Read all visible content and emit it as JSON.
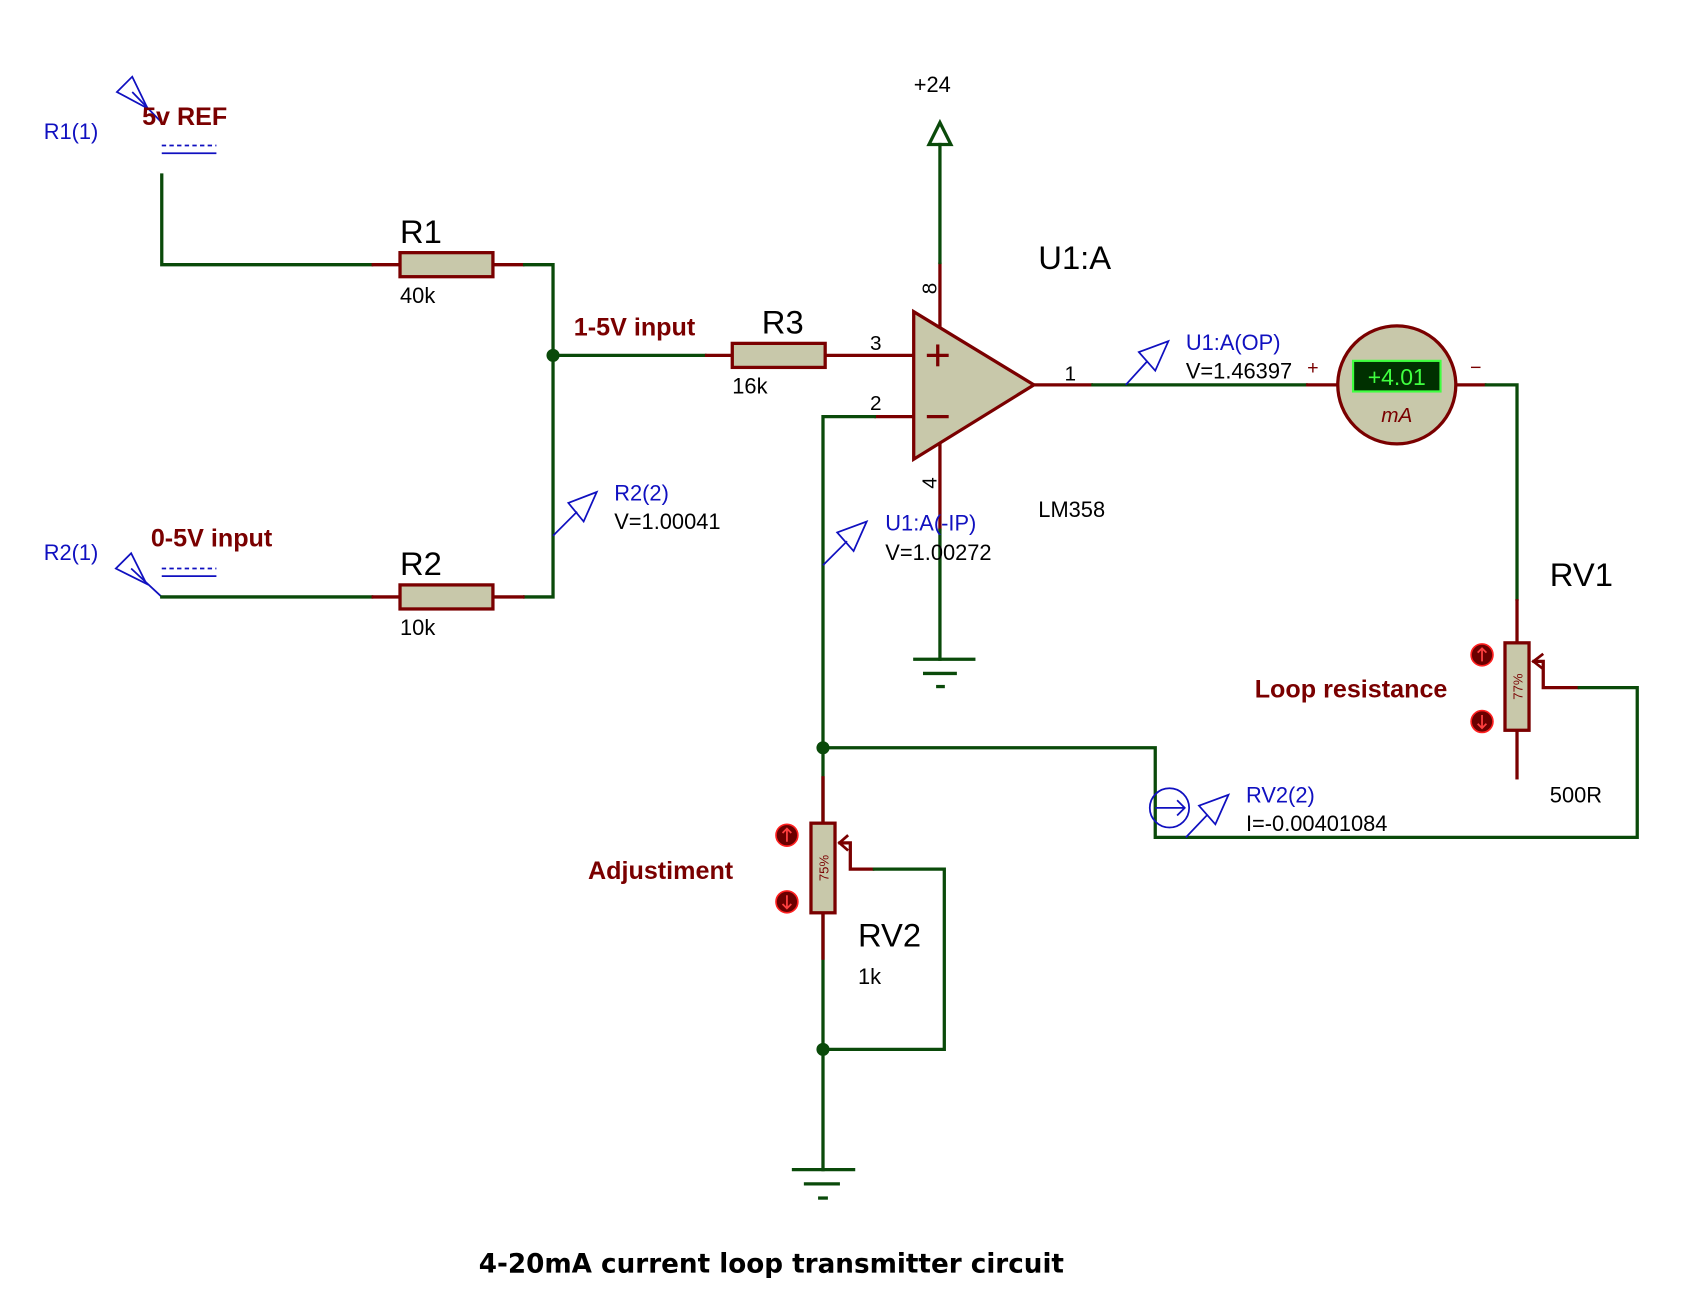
{
  "title": "4-20mA current loop transmitter circuit",
  "colors": {
    "wire": "#0a4a0a",
    "pin": "#7a0000",
    "component_fill": "#c8c8aa",
    "probe": "#1010c0",
    "annotation": "#7a0000",
    "meter_display_bg": "#003000",
    "meter_display_text": "#40ff40"
  },
  "annotations": {
    "ref_5v": "5v REF",
    "input_0_5": "0-5V input",
    "input_1_5": "1-5V input",
    "loop_resistance": "Loop resistance",
    "adjustment": "Adjustiment"
  },
  "components": {
    "R1": {
      "ref": "R1",
      "value": "40k"
    },
    "R2": {
      "ref": "R2",
      "value": "10k"
    },
    "R3": {
      "ref": "R3",
      "value": "16k"
    },
    "U1": {
      "ref": "U1:A",
      "part": "LM358",
      "pin_plus": "3",
      "pin_minus": "2",
      "pin_out": "1",
      "pin_vcc": "8",
      "pin_gnd": "4",
      "plus_sign": "+",
      "minus_sign": "−"
    },
    "RV1": {
      "ref": "RV1",
      "value": "500R",
      "wiper": "77%"
    },
    "RV2": {
      "ref": "RV2",
      "value": "1k",
      "wiper": "75%"
    },
    "power": {
      "label": "+24"
    },
    "ammeter": {
      "reading": "+4.01",
      "unit": "mA",
      "plus": "+",
      "minus": "−"
    }
  },
  "probes": {
    "r1_1": {
      "name": "R1(1)"
    },
    "r2_1": {
      "name": "R2(1)"
    },
    "r2_2": {
      "name": "R2(2)",
      "value": "V=1.00041"
    },
    "u1_ip": {
      "name": "U1:A(-IP)",
      "value": "V=1.00272"
    },
    "u1_op": {
      "name": "U1:A(OP)",
      "value": "V=1.46397"
    },
    "rv2_2": {
      "name": "RV2(2)",
      "value": "I=-0.00401084"
    }
  }
}
